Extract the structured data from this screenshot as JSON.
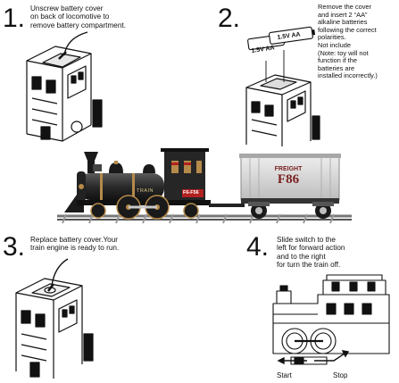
{
  "steps": [
    {
      "number": "1.",
      "lines": [
        "Unscrew battery cover",
        "on back of locomotive to",
        "remove battery compartment."
      ]
    },
    {
      "number": "2.",
      "lines": [
        "Remove the cover",
        "and insert 2 “AA”",
        "alkaline batteries",
        "following the correct",
        "polarities.",
        "Not include",
        "(Note: toy will not",
        "function if the",
        "batteries are",
        "installed incorrectly.)"
      ]
    },
    {
      "number": "3.",
      "lines": [
        "Replace battery cover.Your",
        "train engine is ready to run."
      ]
    },
    {
      "number": "4.",
      "lines": [
        "Slide switch to the",
        "left for forward action",
        "and to the right",
        "for turn the train off."
      ]
    }
  ],
  "batteries": [
    "1.5V AA",
    "1.5V AA"
  ],
  "train": {
    "engine_plate": "TRAIN",
    "engine_number": "F6-F56",
    "car_label": "FREIGHT",
    "car_number": "F86"
  },
  "switch": {
    "start_label": "Start",
    "stop_label": "Stop"
  },
  "colors": {
    "ink": "#111111",
    "engine_body": "#2b2b2b",
    "brass": "#b58a4a",
    "car_body": "#d9d9d9",
    "car_text": "#7a1f1f",
    "red_trim": "#b32020"
  }
}
